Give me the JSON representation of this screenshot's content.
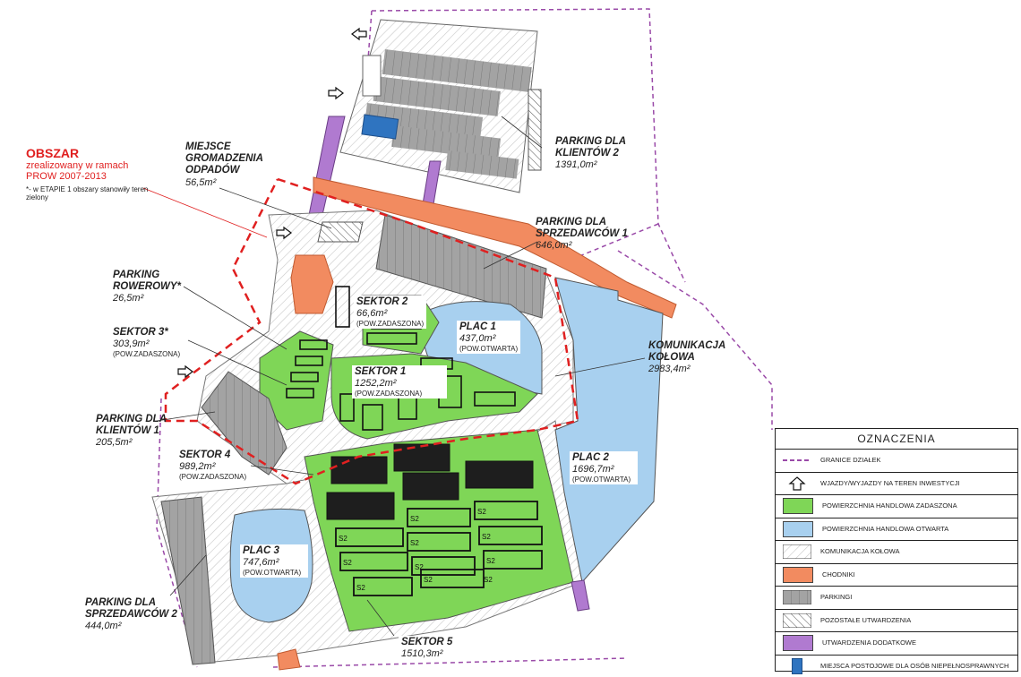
{
  "obszar": {
    "heading": "OBSZAR",
    "line1": "zrealizowany w ramach",
    "line2": "PROW 2007-2013",
    "note": "*- w ETAPIE 1 obszary stanowiły teren zielony"
  },
  "labels": {
    "miejsce": {
      "title1": "MIEJSCE",
      "title2": "GROMADZENIA",
      "title3": "ODPADÓW",
      "value": "56,5m²"
    },
    "parking_klientow_2": {
      "title1": "PARKING DLA",
      "title2": "KLIENTÓW 2",
      "value": "1391,0m²"
    },
    "parking_sprzedawcow_1": {
      "title1": "PARKING DLA",
      "title2": "SPRZEDAWCÓW 1",
      "value": "646,0m²"
    },
    "parking_rowerowy": {
      "title1": "PARKING",
      "title2": "ROWEROWY*",
      "value": "26,5m²"
    },
    "sektor_2": {
      "title": "SEKTOR 2",
      "value": "66,6m²",
      "sub": "(POW.ZADASZONA)"
    },
    "plac_1": {
      "title": "PLAC 1",
      "value": "437,0m²",
      "sub": "(POW.OTWARTA)"
    },
    "sektor_3": {
      "title": "SEKTOR 3*",
      "value": "303,9m²",
      "sub": "(POW.ZADASZONA)"
    },
    "sektor_1": {
      "title": "SEKTOR 1",
      "value": "1252,2m²",
      "sub": "(POW.ZADASZONA)"
    },
    "komunikacja": {
      "title1": "KOMUNIKACJA",
      "title2": "KOŁOWA",
      "value": "2983,4m²"
    },
    "parking_klientow_1": {
      "title1": "PARKING DLA",
      "title2": "KLIENTÓW 1",
      "value": "205,5m²"
    },
    "sektor_4": {
      "title": "SEKTOR 4",
      "value": "989,2m²",
      "sub": "(POW.ZADASZONA)"
    },
    "plac_2": {
      "title": "PLAC 2",
      "value": "1696,7m²",
      "sub": "(POW.OTWARTA)"
    },
    "plac_3": {
      "title": "PLAC 3",
      "value": "747,6m²",
      "sub": "(POW.OTWARTA)"
    },
    "parking_sprzedawcow_2": {
      "title1": "PARKING DLA",
      "title2": "SPRZEDAWCÓW 2",
      "value": "444,0m²"
    },
    "sektor_5": {
      "title": "SEKTOR 5",
      "value": "1510,3m²"
    }
  },
  "stall_marks": [
    "S2",
    "S2",
    "S2",
    "S2",
    "S2",
    "S2",
    "S2",
    "S2",
    "S2",
    "S2",
    "S2"
  ],
  "legend": {
    "title": "OZNACZENIA",
    "items": [
      {
        "label": "GRANICE DZIAŁEK",
        "icon": "dashed-boundary-icon"
      },
      {
        "label": "WJAZDY/WYJAZDY NA TEREN INWESTYCJI",
        "icon": "entry-arrow-icon"
      },
      {
        "label": "POWIERZCHNIA HANDLOWA ZADASZONA",
        "icon": "green-swatch-icon"
      },
      {
        "label": "POWIERZCHNIA HANDLOWA OTWARTA",
        "icon": "blue-swatch-icon"
      },
      {
        "label": "KOMUNIKACJA KOŁOWA",
        "icon": "hatched-swatch-icon"
      },
      {
        "label": "CHODNIKI",
        "icon": "orange-swatch-icon"
      },
      {
        "label": "PARKINGI",
        "icon": "gray-swatch-icon"
      },
      {
        "label": "POZOSTAŁE UTWARDZENIA",
        "icon": "diagonal-swatch-icon"
      },
      {
        "label": "UTWARDZENIA DODATKOWE",
        "icon": "purple-swatch-icon"
      },
      {
        "label": "MIEJSCA POSTOJOWE DLA OSÓB NIEPEŁNOSPRAWNYCH",
        "icon": "disabled-parking-icon"
      }
    ]
  },
  "colors": {
    "green": "#7fd657",
    "blue": "#a8d0ef",
    "orange": "#f28b60",
    "gray": "#a6a6a6",
    "purple": "#b07ad0",
    "red": "#e02020",
    "boundary": "#9a4aa8",
    "disabled": "#2f74c0"
  }
}
